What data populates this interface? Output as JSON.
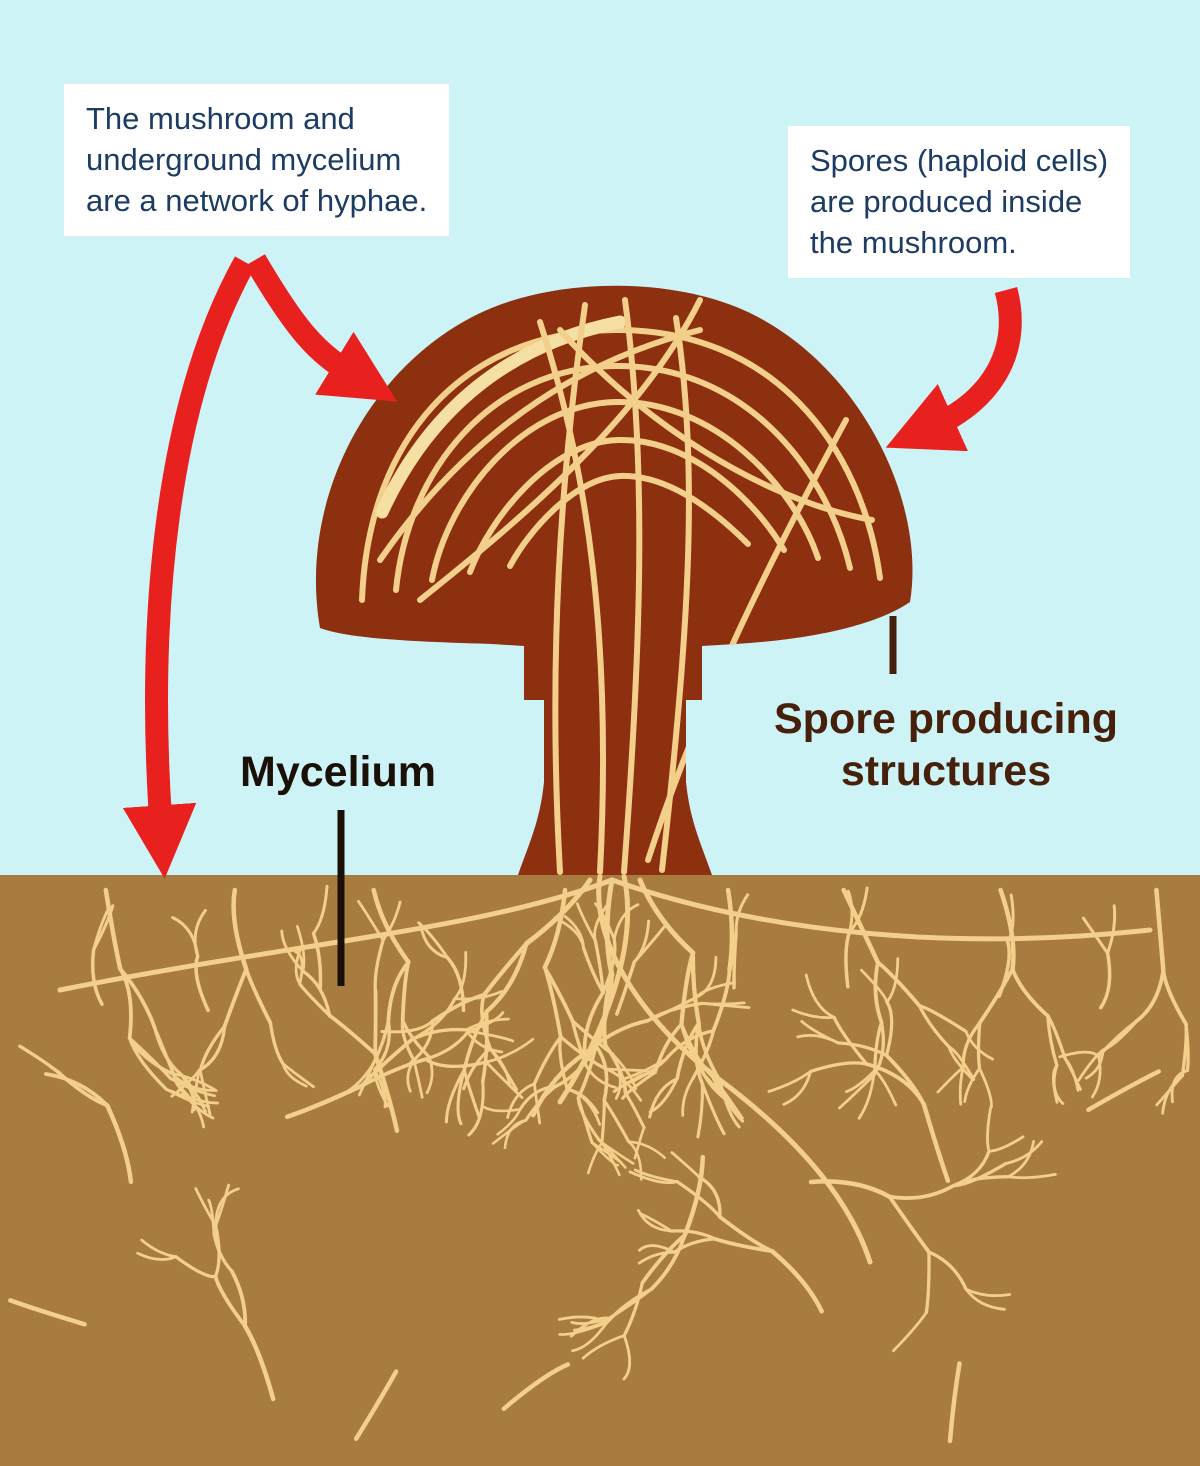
{
  "page": {
    "callout_left": {
      "lines": [
        "The mushroom and",
        "underground mycelium",
        "are a network of hyphae."
      ]
    },
    "callout_right": {
      "lines": [
        "Spores (haploid cells)",
        "are produced inside",
        "the mushroom."
      ]
    },
    "labels": {
      "mycelium": "Mycelium",
      "spore_line1": "Spore producing",
      "spore_line2": "structures"
    },
    "colors": {
      "sky": "#cdf3f7",
      "soil": "#a87b3e",
      "mushroom": "#8d3010",
      "hyphae": "#f2cf8b",
      "hyphae_light": "#f6dfa2",
      "arrow": "#e8211e",
      "callout_text": "#1c3c63",
      "label_dark": "#1a1008",
      "spore_label": "#46200a"
    }
  }
}
